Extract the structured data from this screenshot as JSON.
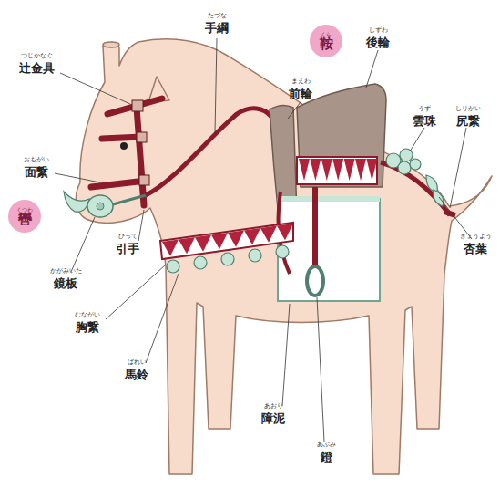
{
  "diagram": {
    "nodes": [
      {
        "text": [
          "くら",
          "鞍"
        ]
      },
      {
        "text": [
          "くつわ",
          "轡"
        ]
      }
    ],
    "labels": [
      "辻金具",
      "つじかなぐ",
      "面繋",
      "おもがい",
      "手綱",
      "たづな",
      "前輪",
      "まえわ",
      "後輪",
      "しずわ",
      "雲珠",
      "うず",
      "尻繋",
      "しりがい",
      "杏葉",
      "ぎょうよう",
      "鏡板",
      "かがみいた",
      "引手",
      "ひって",
      "胸繋",
      "むながい",
      "馬鈴",
      "ばれい",
      "障泥",
      "あおり",
      "鐙",
      "あぶみ"
    ]
  }
}
